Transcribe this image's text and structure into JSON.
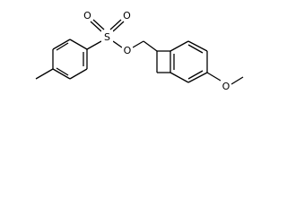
{
  "molecule": {
    "atoms": {
      "sulfur": "S",
      "oxygen_top_left": "O",
      "oxygen_top_right": "O",
      "oxygen_ester": "O",
      "oxygen_methoxy": "O"
    },
    "colors": {
      "bond": "#000000",
      "label": "#000000",
      "background": "#ffffff"
    }
  }
}
